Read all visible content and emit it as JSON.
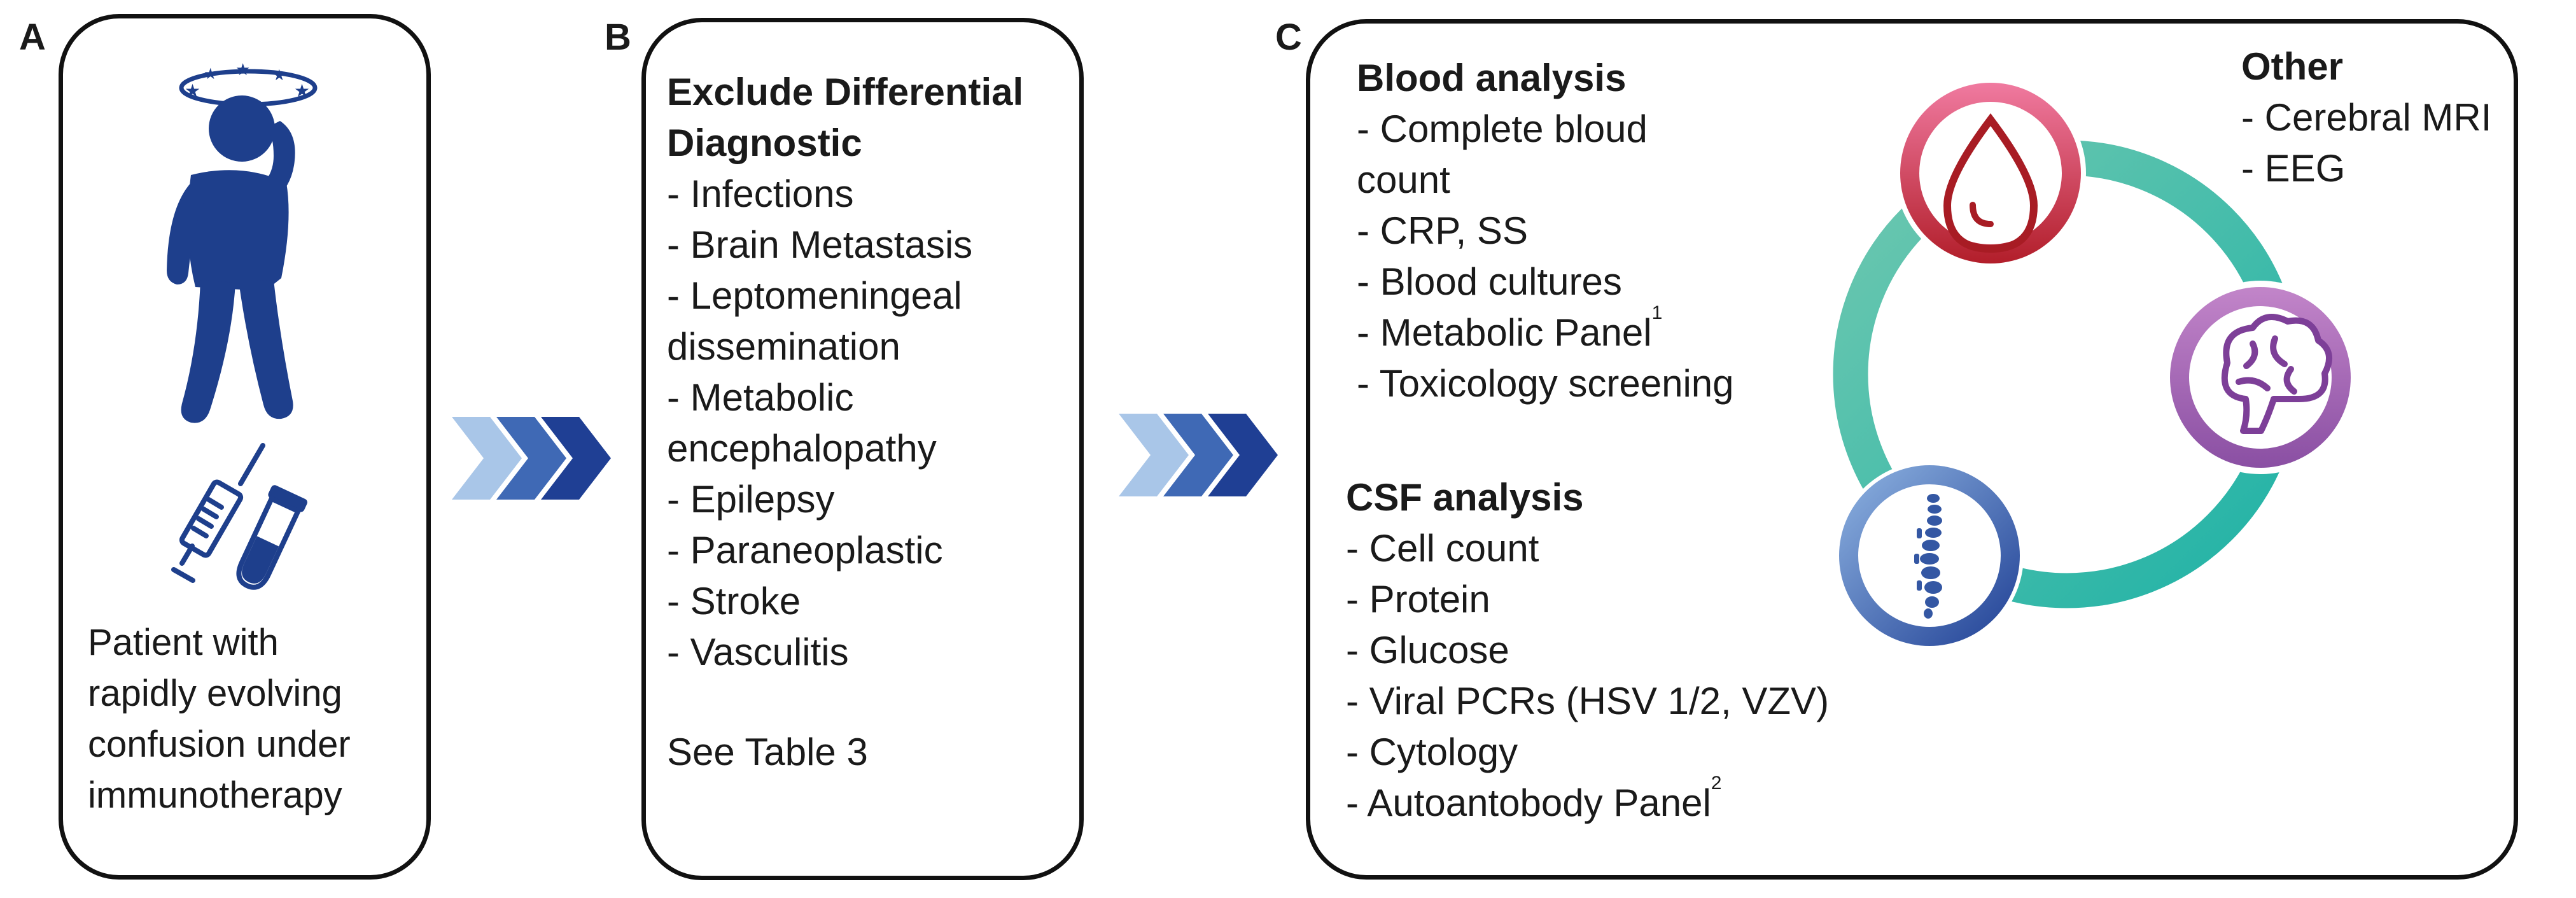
{
  "panels": {
    "a": {
      "letter": "A",
      "caption": [
        "Patient with",
        "rapidly evolving",
        "confusion under",
        "immunotherapy"
      ]
    },
    "b": {
      "letter": "B",
      "title": [
        "Exclude Differential",
        "Diagnostic"
      ],
      "items": [
        "- Infections",
        "- Brain Metastasis",
        "- Leptomeningeal",
        "dissemination",
        "- Metabolic",
        "encephalopathy",
        "- Epilepsy",
        "- Paraneoplastic",
        "- Stroke",
        "- Vasculitis"
      ],
      "note": "See Table 3"
    },
    "c": {
      "letter": "C",
      "blood": {
        "title": "Blood analysis",
        "items": [
          "- Complete bloud",
          "count",
          "- CRP, SS",
          "- Blood cultures",
          "- Metabolic Panel",
          "- Toxicology screening"
        ],
        "metabolic_sup": "1"
      },
      "csf": {
        "title": "CSF analysis",
        "items": [
          "- Cell count",
          "- Protein",
          "- Glucose",
          "- Viral PCRs (HSV 1/2, VZV)",
          "- Cytology",
          "- Autoantobody Panel"
        ],
        "autoantibody_sup": "2"
      },
      "other": {
        "title": "Other",
        "items": [
          "- Cerebral MRI",
          "- EEG"
        ]
      }
    }
  },
  "colors": {
    "figure_blue": "#1e3f8c",
    "chevron_light": "#a9c6e8",
    "chevron_mid": "#3f69b5",
    "chevron_dark": "#1f3f94",
    "ring_teal": "#3fb7a4",
    "blood_ring": "#e25f7d",
    "blood_red": "#a81c24",
    "brain_purple": "#9b5fb3",
    "spine_blue": "#3457a3"
  },
  "icons": [
    "dizzy-patient-icon",
    "syringe-icon",
    "test-tube-icon",
    "chevron-arrow-icon",
    "blood-drop-icon",
    "brain-icon",
    "spine-icon"
  ]
}
